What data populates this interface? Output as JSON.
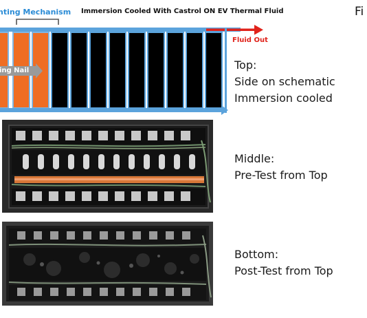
{
  "schematic": {
    "mechanism_label": "nting Mechanism",
    "immersion_label": "Immersion Cooled With Castrol ON EV Thermal Fluid",
    "fluid_out_label": "Fluid Out",
    "nail_label": "ing Nail",
    "colors": {
      "orange": "#ef6d23",
      "black": "#000000",
      "blue": "#5ba3dc",
      "red": "#e0231b",
      "mechanism_blue": "#2b8cd6",
      "arrow_gray": "#9a9a9a"
    }
  },
  "corner_text": "Fi",
  "captions": {
    "top": [
      "Top:",
      "Side on schematic",
      "Immersion cooled"
    ],
    "middle": [
      "Middle:",
      "Pre-Test from Top"
    ],
    "bottom": [
      "Bottom:",
      "Post-Test from Top"
    ]
  },
  "photos": {
    "middle_icon": "pre-test-battery-module-photo",
    "bottom_icon": "post-test-battery-module-photo"
  }
}
